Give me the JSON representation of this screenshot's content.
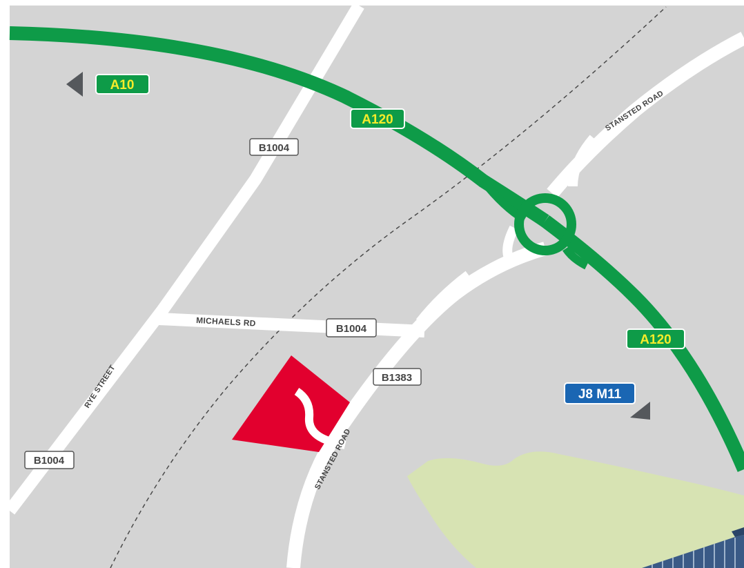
{
  "colors": {
    "background": "#d4d4d4",
    "road": "#ffffff",
    "primary_road": "#0e9b48",
    "primary_text": "#f6ec2a",
    "motorway": "#1a66b3",
    "site": "#e2002e",
    "green_area": "#d7e3b3",
    "building": "#3a5a86",
    "arrow": "#55585c"
  },
  "badges": {
    "a10": "A10",
    "a120_top": "A120",
    "a120_right": "A120",
    "b1004_top": "B1004",
    "b1004_mid": "B1004",
    "b1004_left": "B1004",
    "b1383": "B1383",
    "j8m11": "J8 M11"
  },
  "road_labels": {
    "stansted_road_ne": "STANSTED ROAD",
    "michaels_rd": "MICHAELS RD",
    "rye_street": "RYE STREET",
    "stansted_road_sw": "STANSTED ROAD"
  },
  "icons": {
    "west_arrow": "arrow-left-icon",
    "southeast_arrow": "arrow-southeast-icon"
  }
}
